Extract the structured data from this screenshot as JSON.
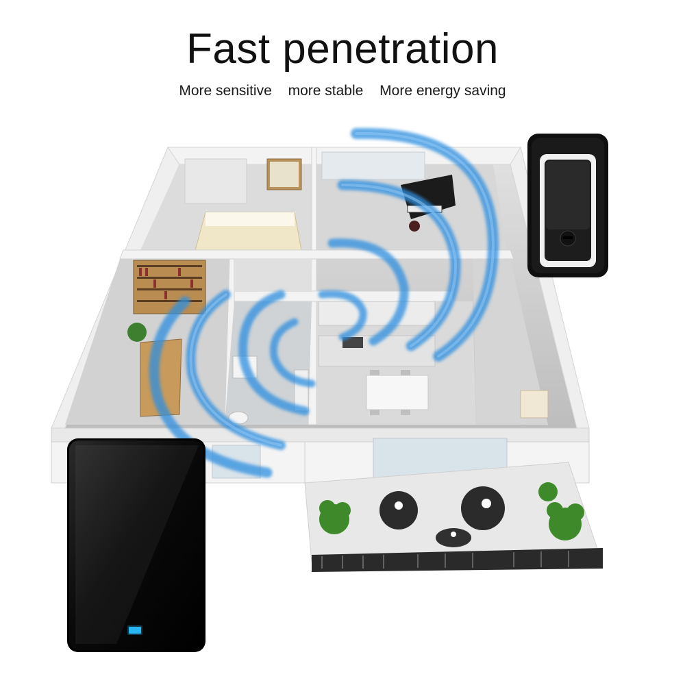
{
  "headline": "Fast penetration",
  "features": [
    "More sensitive",
    "more stable",
    "More energy saving"
  ],
  "colors": {
    "signal_wave": "#2f8fe0",
    "device_body": "#0b0b0b",
    "indicator_led": "#27b6f2",
    "floor": "#cfcfcf",
    "wall": "#f1f1f1"
  },
  "icons": {
    "transmitter": "doorbell-button-icon",
    "receiver": "doorbell-receiver-icon",
    "house": "floor-plan-illustration",
    "signal": "signal-waves-icon"
  }
}
